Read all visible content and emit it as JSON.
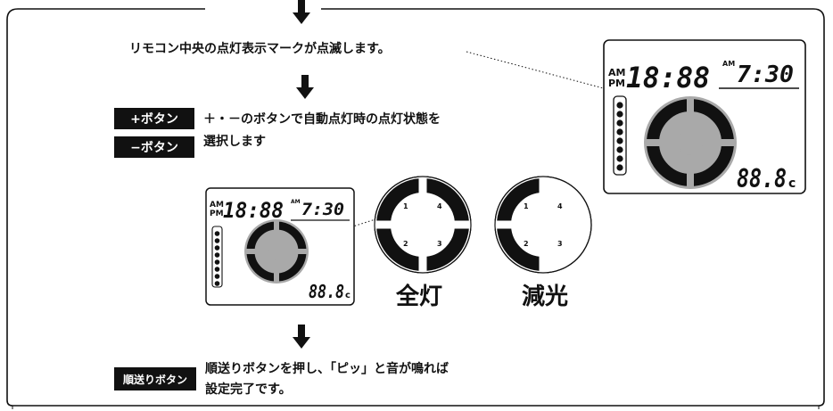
{
  "colors": {
    "ink": "#111111",
    "paper": "#ffffff",
    "dim_fill": "#a9a9a9",
    "panel_gray": "#c8c8c8"
  },
  "step1": {
    "text": "リモコン中央の点灯表示マークが点滅します。"
  },
  "step2": {
    "plus_button": "+ボタン",
    "minus_button": "−ボタン",
    "line1": "＋・－のボタンで自動点灯時の点灯状態を",
    "line2": "選択します"
  },
  "display": {
    "am": "AM",
    "pm": "PM",
    "main_time": "18:88",
    "am_small": "AM",
    "alarm_time": "7:30",
    "temperature": "88.8",
    "temp_unit": "c"
  },
  "modes": {
    "full": {
      "label": "全灯",
      "segments": [
        "1",
        "4",
        "2",
        "3"
      ]
    },
    "dim": {
      "label": "減光",
      "segments": [
        "1",
        "4",
        "2",
        "3"
      ]
    }
  },
  "step3": {
    "order_button": "順送りボタン",
    "line1": "順送りボタンを押し、「ピッ」と音が鳴れば",
    "line2": "設定完了です。"
  },
  "icons": [
    "arrow-down-icon",
    "light-ring-icon"
  ]
}
